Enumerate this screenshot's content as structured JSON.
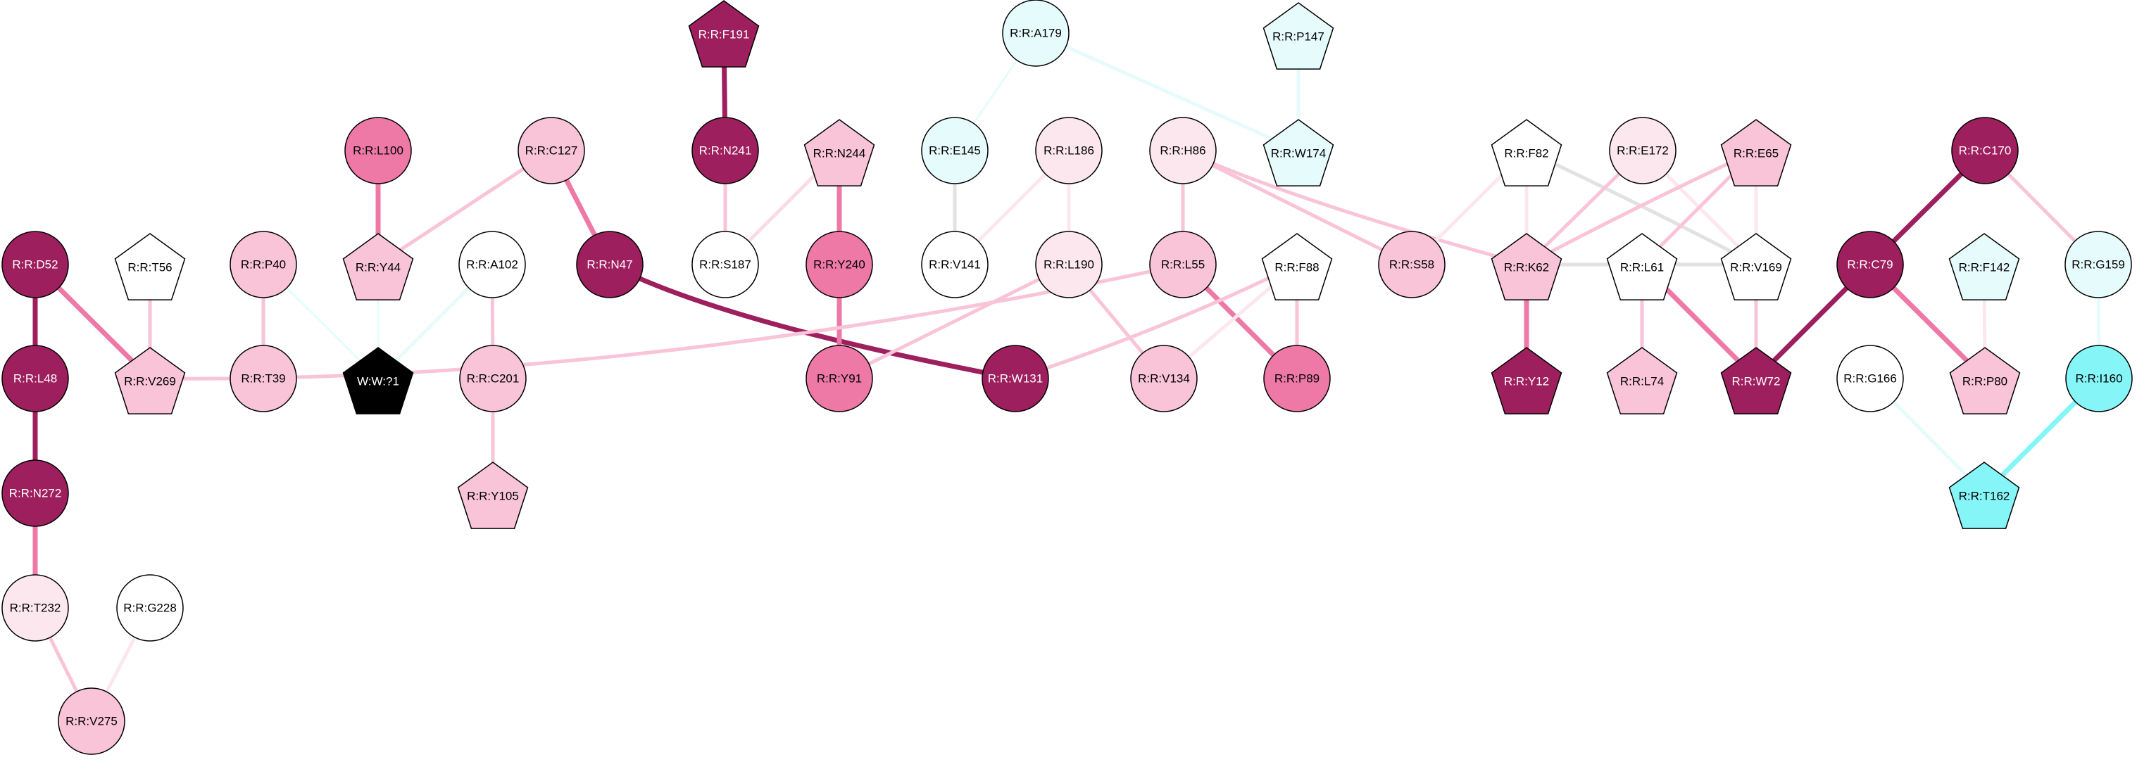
{
  "palette": {
    "maroon": "#9E1F5E",
    "hot": "#EE79A7",
    "pink": "#F9C3D8",
    "blush": "#FCE7EF",
    "white": "#FFFFFF",
    "ice": "#E6FBFB",
    "cyan": "#86F5F8",
    "black": "#000000",
    "grey": "#E2E2E2",
    "edge_pale": "#FADCE7"
  },
  "nodes": [
    {
      "id": "F191",
      "label": "R:R:F191",
      "shape": "pentagon",
      "fill": "maroon"
    },
    {
      "id": "A179",
      "label": "R:R:A179",
      "shape": "circle",
      "fill": "ice"
    },
    {
      "id": "P147",
      "label": "R:R:P147",
      "shape": "pentagon",
      "fill": "ice"
    },
    {
      "id": "L100",
      "label": "R:R:L100",
      "shape": "circle",
      "fill": "hot"
    },
    {
      "id": "C127",
      "label": "R:R:C127",
      "shape": "circle",
      "fill": "pink"
    },
    {
      "id": "N241",
      "label": "R:R:N241",
      "shape": "circle",
      "fill": "maroon"
    },
    {
      "id": "N244",
      "label": "R:R:N244",
      "shape": "pentagon",
      "fill": "pink"
    },
    {
      "id": "E145",
      "label": "R:R:E145",
      "shape": "circle",
      "fill": "ice"
    },
    {
      "id": "L186",
      "label": "R:R:L186",
      "shape": "circle",
      "fill": "blush"
    },
    {
      "id": "H86",
      "label": "R:R:H86",
      "shape": "circle",
      "fill": "blush"
    },
    {
      "id": "W174",
      "label": "R:R:W174",
      "shape": "pentagon",
      "fill": "ice"
    },
    {
      "id": "F82",
      "label": "R:R:F82",
      "shape": "pentagon",
      "fill": "white"
    },
    {
      "id": "E172",
      "label": "R:R:E172",
      "shape": "circle",
      "fill": "blush"
    },
    {
      "id": "E65",
      "label": "R:R:E65",
      "shape": "pentagon",
      "fill": "pink"
    },
    {
      "id": "C170",
      "label": "R:R:C170",
      "shape": "circle",
      "fill": "maroon"
    },
    {
      "id": "D52",
      "label": "R:R:D52",
      "shape": "circle",
      "fill": "maroon"
    },
    {
      "id": "T56",
      "label": "R:R:T56",
      "shape": "pentagon",
      "fill": "white"
    },
    {
      "id": "P40",
      "label": "R:R:P40",
      "shape": "circle",
      "fill": "pink"
    },
    {
      "id": "Y44",
      "label": "R:R:Y44",
      "shape": "pentagon",
      "fill": "pink"
    },
    {
      "id": "A102",
      "label": "R:R:A102",
      "shape": "circle",
      "fill": "white"
    },
    {
      "id": "N47",
      "label": "R:R:N47",
      "shape": "circle",
      "fill": "maroon"
    },
    {
      "id": "S187",
      "label": "R:R:S187",
      "shape": "circle",
      "fill": "white"
    },
    {
      "id": "Y240",
      "label": "R:R:Y240",
      "shape": "circle",
      "fill": "hot"
    },
    {
      "id": "V141",
      "label": "R:R:V141",
      "shape": "circle",
      "fill": "white"
    },
    {
      "id": "L190",
      "label": "R:R:L190",
      "shape": "circle",
      "fill": "blush"
    },
    {
      "id": "L55",
      "label": "R:R:L55",
      "shape": "circle",
      "fill": "pink"
    },
    {
      "id": "F88",
      "label": "R:R:F88",
      "shape": "pentagon",
      "fill": "white"
    },
    {
      "id": "S58",
      "label": "R:R:S58",
      "shape": "circle",
      "fill": "pink"
    },
    {
      "id": "K62",
      "label": "R:R:K62",
      "shape": "pentagon",
      "fill": "pink"
    },
    {
      "id": "L61",
      "label": "R:R:L61",
      "shape": "pentagon",
      "fill": "white"
    },
    {
      "id": "V169",
      "label": "R:R:V169",
      "shape": "pentagon",
      "fill": "white"
    },
    {
      "id": "C79",
      "label": "R:R:C79",
      "shape": "circle",
      "fill": "maroon"
    },
    {
      "id": "F142",
      "label": "R:R:F142",
      "shape": "pentagon",
      "fill": "ice"
    },
    {
      "id": "G159",
      "label": "R:R:G159",
      "shape": "circle",
      "fill": "ice"
    },
    {
      "id": "L48",
      "label": "R:R:L48",
      "shape": "circle",
      "fill": "maroon"
    },
    {
      "id": "V269",
      "label": "R:R:V269",
      "shape": "pentagon",
      "fill": "pink"
    },
    {
      "id": "T39",
      "label": "R:R:T39",
      "shape": "circle",
      "fill": "pink"
    },
    {
      "id": "W1",
      "label": "W:W:?1",
      "shape": "pentagon",
      "fill": "black"
    },
    {
      "id": "C201",
      "label": "R:R:C201",
      "shape": "circle",
      "fill": "pink"
    },
    {
      "id": "Y91",
      "label": "R:R:Y91",
      "shape": "circle",
      "fill": "hot"
    },
    {
      "id": "W131",
      "label": "R:R:W131",
      "shape": "circle",
      "fill": "maroon"
    },
    {
      "id": "V134",
      "label": "R:R:V134",
      "shape": "circle",
      "fill": "pink"
    },
    {
      "id": "P89",
      "label": "R:R:P89",
      "shape": "circle",
      "fill": "hot"
    },
    {
      "id": "Y12",
      "label": "R:R:Y12",
      "shape": "pentagon",
      "fill": "maroon"
    },
    {
      "id": "L74",
      "label": "R:R:L74",
      "shape": "pentagon",
      "fill": "pink"
    },
    {
      "id": "W72",
      "label": "R:R:W72",
      "shape": "pentagon",
      "fill": "maroon"
    },
    {
      "id": "G166",
      "label": "R:R:G166",
      "shape": "circle",
      "fill": "white"
    },
    {
      "id": "P80",
      "label": "R:R:P80",
      "shape": "pentagon",
      "fill": "pink"
    },
    {
      "id": "I160",
      "label": "R:R:I160",
      "shape": "circle",
      "fill": "cyan"
    },
    {
      "id": "N272",
      "label": "R:R:N272",
      "shape": "circle",
      "fill": "maroon"
    },
    {
      "id": "Y105",
      "label": "R:R:Y105",
      "shape": "pentagon",
      "fill": "pink"
    },
    {
      "id": "T162",
      "label": "R:R:T162",
      "shape": "pentagon",
      "fill": "cyan"
    },
    {
      "id": "T232",
      "label": "R:R:T232",
      "shape": "circle",
      "fill": "blush"
    },
    {
      "id": "G228",
      "label": "R:R:G228",
      "shape": "circle",
      "fill": "white"
    },
    {
      "id": "V275",
      "label": "R:R:V275",
      "shape": "circle",
      "fill": "pink"
    }
  ],
  "edges": [
    {
      "from": "F191",
      "to": "N241",
      "color": "maroon",
      "weight": "thick"
    },
    {
      "from": "N241",
      "to": "S187",
      "color": "pink",
      "weight": "medium"
    },
    {
      "from": "A179",
      "to": "E145",
      "color": "ice",
      "weight": "thin"
    },
    {
      "from": "A179",
      "to": "W174",
      "color": "ice",
      "weight": "medium"
    },
    {
      "from": "P147",
      "to": "W174",
      "color": "ice",
      "weight": "medium"
    },
    {
      "from": "L100",
      "to": "Y44",
      "color": "hot",
      "weight": "thick"
    },
    {
      "from": "C127",
      "to": "Y44",
      "color": "pink",
      "weight": "medium"
    },
    {
      "from": "C127",
      "to": "N47",
      "color": "hot",
      "weight": "thick"
    },
    {
      "from": "N47",
      "to": "W131",
      "color": "maroon",
      "weight": "thick"
    },
    {
      "from": "N244",
      "to": "Y240",
      "color": "hot",
      "weight": "thick"
    },
    {
      "from": "N244",
      "to": "S187",
      "color": "edge_pale",
      "weight": "medium"
    },
    {
      "from": "Y240",
      "to": "Y91",
      "color": "hot",
      "weight": "thick"
    },
    {
      "from": "E145",
      "to": "V141",
      "color": "grey",
      "weight": "medium"
    },
    {
      "from": "L186",
      "to": "L190",
      "color": "blush",
      "weight": "medium"
    },
    {
      "from": "L186",
      "to": "V141",
      "color": "blush",
      "weight": "medium"
    },
    {
      "from": "L190",
      "to": "Y91",
      "color": "pink",
      "weight": "medium"
    },
    {
      "from": "L190",
      "to": "V134",
      "color": "pink",
      "weight": "medium"
    },
    {
      "from": "H86",
      "to": "L55",
      "color": "pink",
      "weight": "medium"
    },
    {
      "from": "H86",
      "to": "S58",
      "color": "pink",
      "weight": "medium"
    },
    {
      "from": "H86",
      "to": "K62",
      "color": "pink",
      "weight": "medium"
    },
    {
      "from": "L55",
      "to": "P89",
      "color": "hot",
      "weight": "thick"
    },
    {
      "from": "L55",
      "to": "V269",
      "color": "pink",
      "weight": "medium"
    },
    {
      "from": "F88",
      "to": "P89",
      "color": "pink",
      "weight": "medium"
    },
    {
      "from": "F88",
      "to": "W131",
      "color": "pink",
      "weight": "medium"
    },
    {
      "from": "F88",
      "to": "V134",
      "color": "blush",
      "weight": "medium"
    },
    {
      "from": "F82",
      "to": "K62",
      "color": "blush",
      "weight": "medium"
    },
    {
      "from": "F82",
      "to": "V169",
      "color": "grey",
      "weight": "medium"
    },
    {
      "from": "F82",
      "to": "S58",
      "color": "blush",
      "weight": "medium"
    },
    {
      "from": "E172",
      "to": "K62",
      "color": "pink",
      "weight": "medium"
    },
    {
      "from": "E172",
      "to": "V169",
      "color": "blush",
      "weight": "medium"
    },
    {
      "from": "E65",
      "to": "K62",
      "color": "pink",
      "weight": "medium"
    },
    {
      "from": "E65",
      "to": "L61",
      "color": "pink",
      "weight": "medium"
    },
    {
      "from": "E65",
      "to": "V169",
      "color": "blush",
      "weight": "medium"
    },
    {
      "from": "K62",
      "to": "Y12",
      "color": "hot",
      "weight": "thick"
    },
    {
      "from": "K62",
      "to": "V169",
      "color": "grey",
      "weight": "medium"
    },
    {
      "from": "L61",
      "to": "L74",
      "color": "pink",
      "weight": "medium"
    },
    {
      "from": "L61",
      "to": "W72",
      "color": "hot",
      "weight": "thick"
    },
    {
      "from": "V169",
      "to": "W72",
      "color": "pink",
      "weight": "medium"
    },
    {
      "from": "C170",
      "to": "C79",
      "color": "maroon",
      "weight": "thick"
    },
    {
      "from": "C170",
      "to": "G159",
      "color": "pink",
      "weight": "medium"
    },
    {
      "from": "C79",
      "to": "W72",
      "color": "maroon",
      "weight": "thick"
    },
    {
      "from": "C79",
      "to": "P80",
      "color": "hot",
      "weight": "thick"
    },
    {
      "from": "F142",
      "to": "P80",
      "color": "blush",
      "weight": "medium"
    },
    {
      "from": "G159",
      "to": "I160",
      "color": "ice",
      "weight": "medium"
    },
    {
      "from": "I160",
      "to": "T162",
      "color": "cyan",
      "weight": "thick"
    },
    {
      "from": "G166",
      "to": "T162",
      "color": "ice",
      "weight": "medium"
    },
    {
      "from": "D52",
      "to": "L48",
      "color": "maroon",
      "weight": "thick"
    },
    {
      "from": "D52",
      "to": "V269",
      "color": "hot",
      "weight": "thick"
    },
    {
      "from": "L48",
      "to": "N272",
      "color": "maroon",
      "weight": "thick"
    },
    {
      "from": "N272",
      "to": "T232",
      "color": "hot",
      "weight": "thick"
    },
    {
      "from": "T232",
      "to": "V275",
      "color": "pink",
      "weight": "medium"
    },
    {
      "from": "G228",
      "to": "V275",
      "color": "blush",
      "weight": "medium"
    },
    {
      "from": "T56",
      "to": "V269",
      "color": "pink",
      "weight": "medium"
    },
    {
      "from": "P40",
      "to": "T39",
      "color": "pink",
      "weight": "medium"
    },
    {
      "from": "P40",
      "to": "W1",
      "color": "ice",
      "weight": "thin"
    },
    {
      "from": "Y44",
      "to": "W1",
      "color": "ice",
      "weight": "thin"
    },
    {
      "from": "A102",
      "to": "W1",
      "color": "ice",
      "weight": "medium"
    },
    {
      "from": "A102",
      "to": "C201",
      "color": "pink",
      "weight": "medium"
    },
    {
      "from": "C201",
      "to": "Y105",
      "color": "pink",
      "weight": "medium"
    }
  ]
}
